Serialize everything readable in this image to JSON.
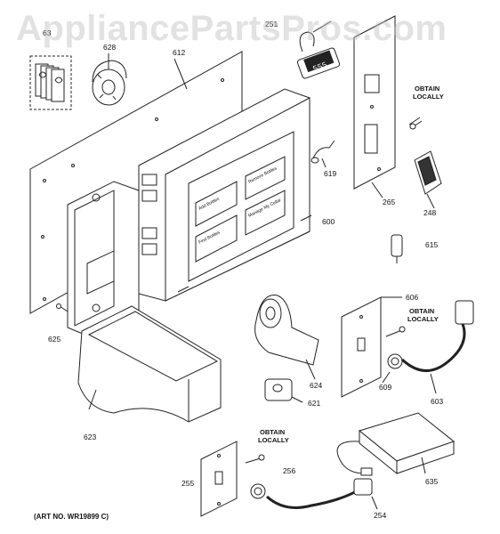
{
  "watermark": "AppliancePartsPros.com",
  "art_number": "(ART NO. WR19899 C)",
  "obtain_locally": [
    "OBTAIN",
    "LOCALLY"
  ],
  "parts": {
    "p63": "63",
    "p628": "628",
    "p612": "612",
    "p251": "251",
    "p265": "265",
    "p248": "248",
    "p619": "619",
    "p600": "600",
    "p615": "615",
    "p625": "625",
    "p606": "606",
    "p624": "624",
    "p621": "621",
    "p609": "609",
    "p603": "603",
    "p623": "623",
    "p255": "255",
    "p256": "256",
    "p254": "254",
    "p635": "635"
  },
  "display_readout": "555",
  "screen_buttons": [
    "Add Bottles",
    "Remove Bottles",
    "Find Bottles",
    "Manage My Cellar"
  ]
}
